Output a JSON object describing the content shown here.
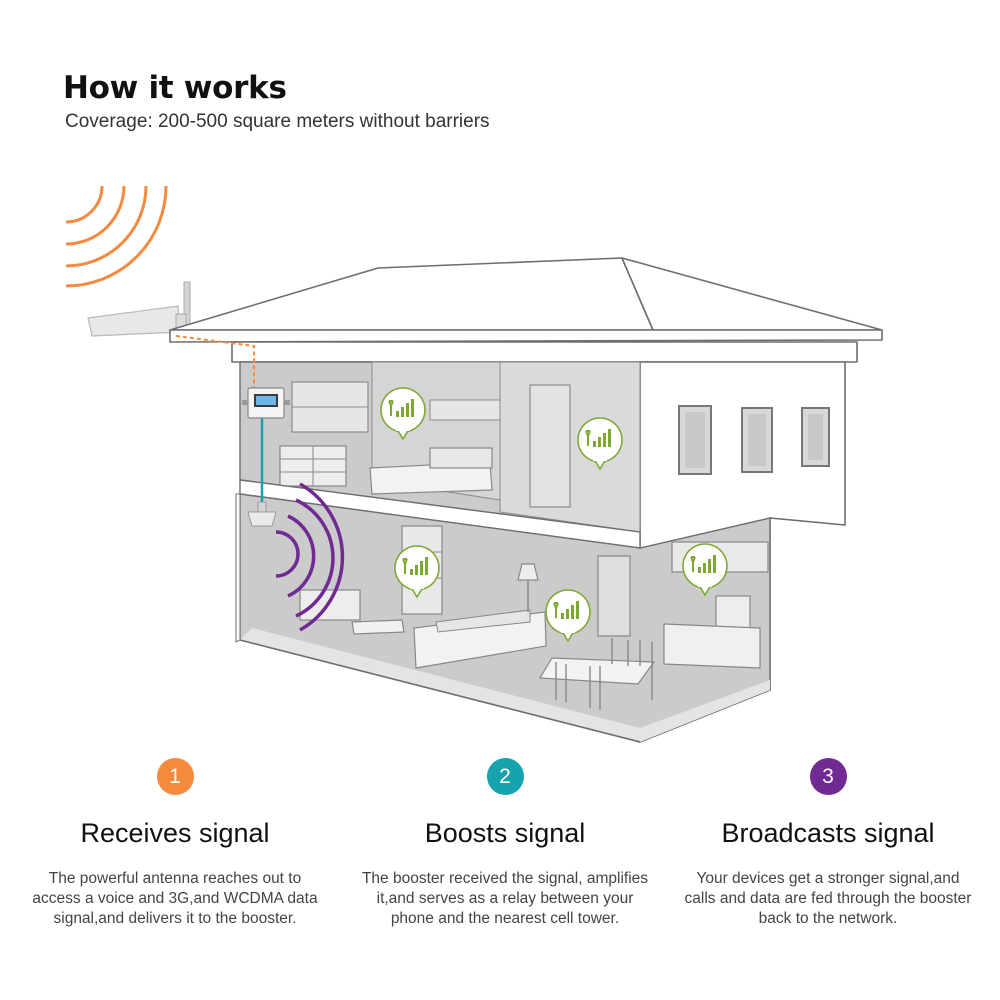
{
  "header": {
    "title": "How it works",
    "subtitle": "Coverage: 200-500 square meters without barriers"
  },
  "colors": {
    "orange": "#f58a3f",
    "teal": "#17a3ad",
    "purple": "#702a92",
    "signal_green": "#7fa832",
    "wall_gray": "#c9c9c9"
  },
  "icons": {
    "outdoor_antenna": "yagi-antenna-icon",
    "booster": "booster-unit-icon",
    "indoor_antenna": "ceiling-antenna-icon",
    "signal_bubble": "signal-bars-bubble-icon"
  },
  "steps": [
    {
      "number": "1",
      "title": "Receives signal",
      "description": "The powerful antenna reaches out to access a voice and 3G,and WCDMA data signal,and delivers it to the booster."
    },
    {
      "number": "2",
      "title": "Boosts signal",
      "description": "The booster received the signal, amplifies it,and serves as a relay between your phone and the nearest cell tower."
    },
    {
      "number": "3",
      "title": "Broadcasts signal",
      "description": "Your devices get a stronger signal,and calls and data are fed through the booster back to the network."
    }
  ]
}
